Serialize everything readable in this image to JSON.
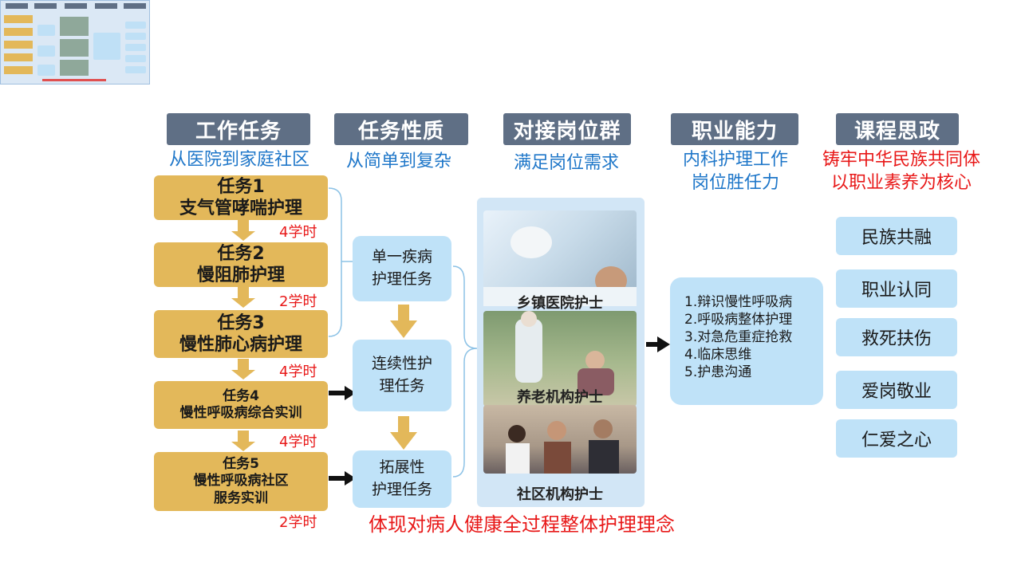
{
  "columns": [
    {
      "header": "工作任务",
      "subtitle": [
        "从医院到家庭社区"
      ]
    },
    {
      "header": "任务性质",
      "subtitle": [
        "从简单到复杂"
      ]
    },
    {
      "header": "对接岗位群",
      "subtitle": [
        "满足岗位需求"
      ]
    },
    {
      "header": "职业能力",
      "subtitle": [
        "内科护理工作",
        "岗位胜任力"
      ]
    },
    {
      "header": "课程思政",
      "subtitle": [
        "铸牢中华民族共同体",
        "以职业素养为核心"
      ]
    }
  ],
  "tasks": [
    {
      "title": "任务1",
      "name": "支气管哮喘护理",
      "hours": "4学时"
    },
    {
      "title": "任务2",
      "name": "慢阻肺护理",
      "hours": "2学时"
    },
    {
      "title": "任务3",
      "name": "慢性肺心病护理",
      "hours": "4学时"
    },
    {
      "title": "任务4",
      "name": "慢性呼吸病综合实训",
      "hours": "4学时"
    },
    {
      "title": "任务5",
      "name": "慢性呼吸病社区",
      "name2": "服务实训",
      "hours": "2学时"
    }
  ],
  "natures": [
    {
      "line1": "单一疾病",
      "line2": "护理任务"
    },
    {
      "line1": "连续性护",
      "line2": "理任务"
    },
    {
      "line1": "拓展性",
      "line2": "护理任务"
    }
  ],
  "posts": [
    {
      "label": "乡镇医院护士"
    },
    {
      "label": "养老机构护士"
    },
    {
      "label": "社区机构护士"
    }
  ],
  "abilities": [
    "1.辩识慢性呼吸病",
    "2.呼吸病整体护理",
    "3.对急危重症抢救",
    "4.临床思维",
    "5.护患沟通"
  ],
  "ideology": [
    "民族共融",
    "职业认同",
    "救死扶伤",
    "爱岗敬业",
    "仁爱之心"
  ],
  "footer": "体现对病人健康全过程整体护理理念",
  "colors": {
    "header": "#5f6f85",
    "task": "#e3b85a",
    "box": "#bfe2f8",
    "accent_red": "#e81818",
    "accent_blue": "#1f77c9",
    "arrow": "#e3b85a"
  }
}
